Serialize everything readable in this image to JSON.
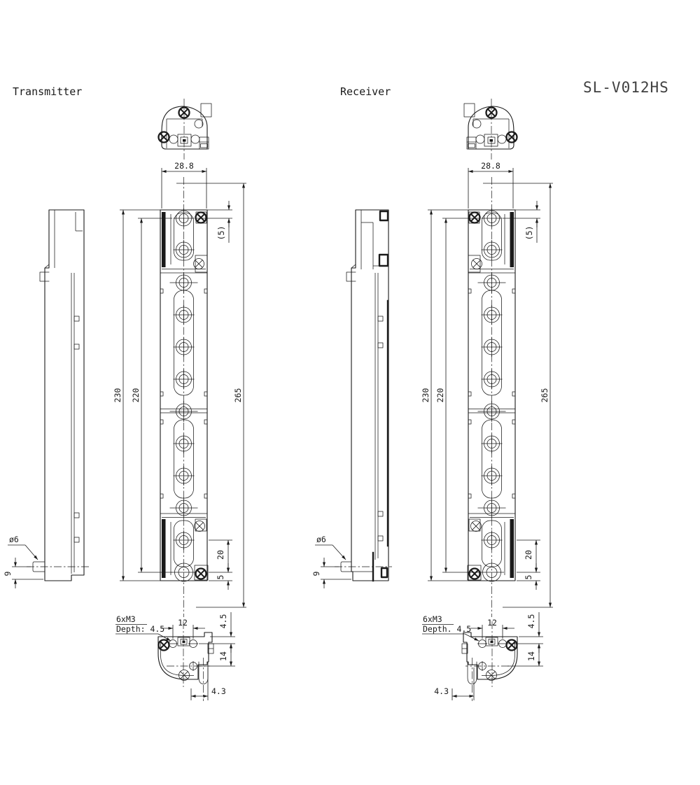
{
  "title": "SL-V012HS",
  "transmitter": {
    "label": "Transmitter",
    "dims": {
      "top_width": "28.8",
      "overall_height": "265",
      "body_height": "230",
      "beam_span": "220",
      "top_beam_offset": "(5)",
      "beam_pitch": "20",
      "bottom_beam_offset": "5",
      "cable_diameter": "ø6",
      "cable_height": "9",
      "thread_note_line1": "6xM3",
      "thread_note_line2": "Depth: 4.5",
      "mount_hole_spacing": "12",
      "end_face_offset": "4.5",
      "hole_row_spacing": "14",
      "cable_offset": "4.3"
    }
  },
  "receiver": {
    "label": "Receiver",
    "dims": {
      "top_width": "28.8",
      "overall_height": "265",
      "body_height": "230",
      "beam_span": "220",
      "top_beam_offset": "(5)",
      "beam_pitch": "20",
      "bottom_beam_offset": "5",
      "cable_diameter": "ø6",
      "cable_height": "9",
      "thread_note_line1": "6xM3",
      "thread_note_line2": "Depth. 4.5",
      "mount_hole_spacing": "12",
      "end_face_offset": "4.5",
      "hole_row_spacing": "14",
      "cable_offset": "4.3"
    }
  }
}
